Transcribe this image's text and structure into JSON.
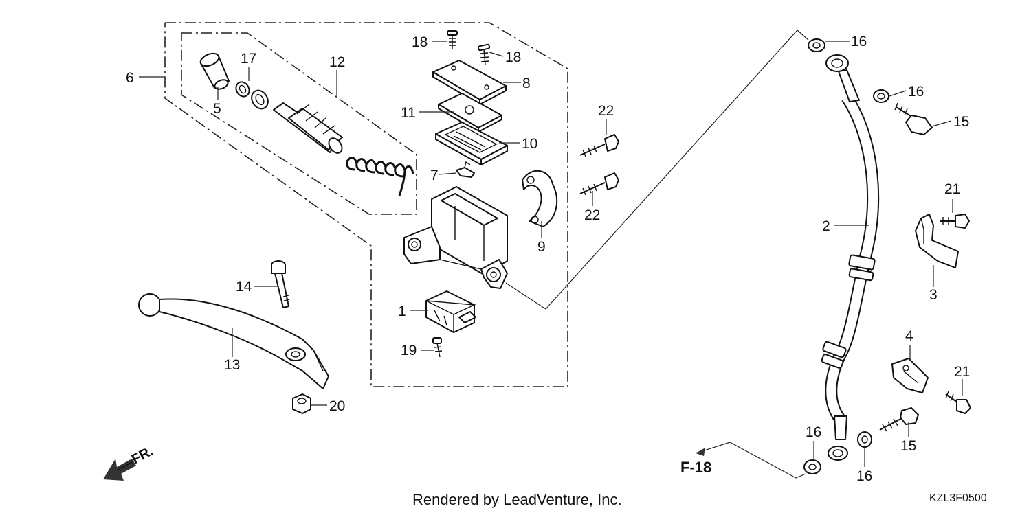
{
  "callouts": {
    "c1": "1",
    "c2": "2",
    "c3": "3",
    "c4": "4",
    "c5": "5",
    "c6": "6",
    "c7": "7",
    "c8": "8",
    "c9": "9",
    "c10": "10",
    "c11": "11",
    "c12": "12",
    "c13": "13",
    "c14": "14",
    "c15a": "15",
    "c15b": "15",
    "c16a": "16",
    "c16b": "16",
    "c16c": "16",
    "c16d": "16",
    "c17": "17",
    "c18a": "18",
    "c18b": "18",
    "c19": "19",
    "c20": "20",
    "c21a": "21",
    "c21b": "21",
    "c22a": "22",
    "c22b": "22"
  },
  "reference": "F-18",
  "direction": "FR.",
  "credit": "Rendered by LeadVenture, Inc.",
  "diagram_code": "KZL3F0500"
}
